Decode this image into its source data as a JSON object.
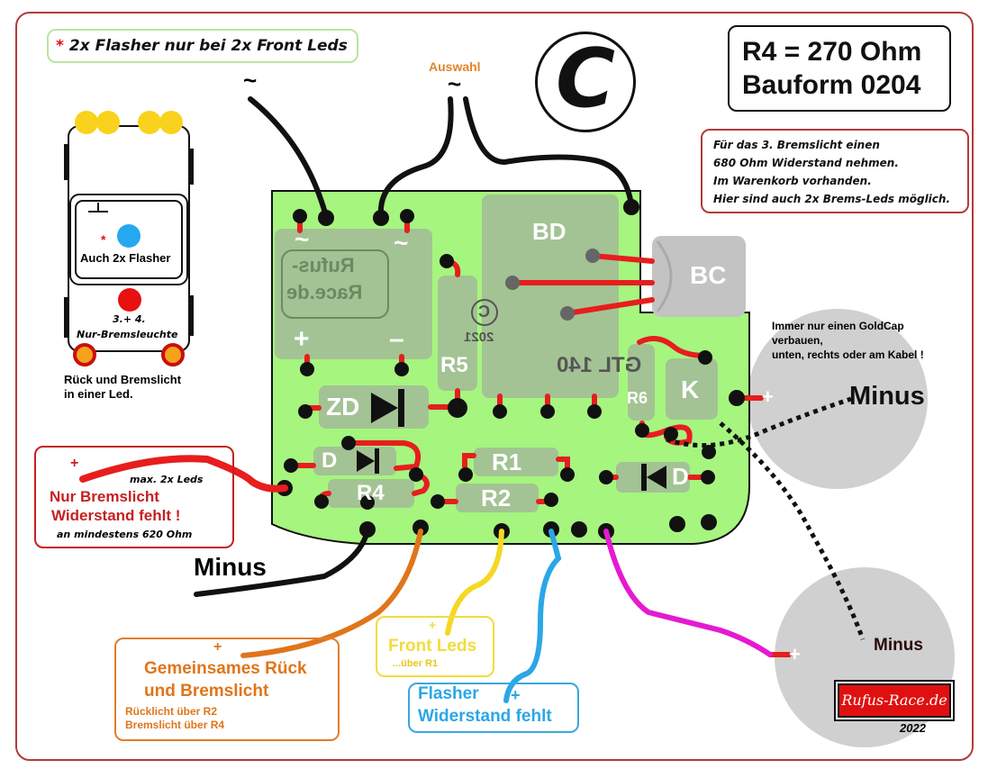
{
  "diagram": {
    "variant_label": "C",
    "note_top": {
      "marker": "*",
      "text": "2x Flasher nur bei 2x Front Leds"
    },
    "spec_box": {
      "line1": "R4 = 270 Ohm",
      "line2": "Bauform 0204"
    },
    "brake_note": {
      "lines": [
        "Für das 3. Bremslicht einen",
        "680 Ohm Widerstand nehmen.",
        "Im Warenkorb vorhanden.",
        "Hier sind auch 2x Brems-Leds möglich."
      ]
    },
    "ac_inputs": {
      "left_symbol": "~",
      "right_symbol": "~",
      "right_label": "Auswahl"
    },
    "car": {
      "flasher_marker": "*",
      "flasher_label": "Auch 2x Flasher",
      "brake_label_1": "3.+ 4.",
      "brake_label_2": "Nur-Bremsleuchte",
      "rear_label_1": "Rück und Bremslicht",
      "rear_label_2": "in einer Led."
    },
    "board": {
      "rectifier": {
        "ac_left": "~",
        "ac_right": "~",
        "plus": "+",
        "minus": "–",
        "brand_1": "Rufus-",
        "brand_2": "Race.de"
      },
      "copyright": {
        "symbol": "C",
        "year": "2021"
      },
      "components": {
        "bd": "BD",
        "bc": "BC",
        "chip_marking": "GTL 140",
        "r5": "R5",
        "r6": "R6",
        "k": "K",
        "zd": "ZD",
        "d_left": "D",
        "d_right": "D",
        "r1": "R1",
        "r2": "R2",
        "r4": "R4"
      }
    },
    "goldcap_note": {
      "line1": "Immer nur einen GoldCap",
      "line2": "verbauen,",
      "line3": "unten, rechts oder am Kabel !"
    },
    "goldcap_right": {
      "plus": "+",
      "minus": "Minus"
    },
    "goldcap_bottom": {
      "plus": "+",
      "minus": "Minus"
    },
    "brake_only": {
      "plus": "+",
      "note": "max. 2x Leds",
      "title_1": "Nur Bremslicht",
      "title_2": "Widerstand fehlt !",
      "sub": "an mindestens 620 Ohm"
    },
    "minus_wire": {
      "label": "Minus"
    },
    "common_light": {
      "plus": "+",
      "title_1": "Gemeinsames Rück",
      "title_2": "und Bremslicht",
      "sub_1": "Rücklicht über R2",
      "sub_2": "Bremslicht über R4"
    },
    "front_leds": {
      "plus": "+",
      "title": "Front Leds",
      "sub": "...über R1"
    },
    "flasher": {
      "plus": "+",
      "title_1": "Flasher",
      "title_2": "Widerstand fehlt"
    },
    "logo": {
      "text": "Rufus-Race.de",
      "year": "2022"
    },
    "colors": {
      "board": "#a6f57f",
      "component": "#a3c394",
      "trace": "#e61e1e",
      "frame": "#b33a3a",
      "goldcap": "#d0d0d0",
      "wire_orange": "#e0751a",
      "wire_yellow": "#f5d823",
      "wire_blue": "#2aa7e6",
      "wire_magenta": "#e51ad0"
    }
  }
}
